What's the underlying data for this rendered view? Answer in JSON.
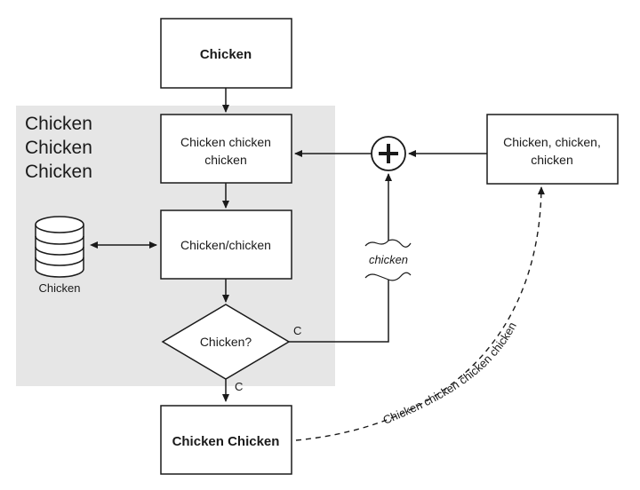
{
  "group": {
    "title_lines": [
      "Chicken",
      "Chicken",
      "Chicken"
    ]
  },
  "nodes": {
    "top": "Chicken",
    "process1_lines": [
      "Chicken chicken",
      "chicken"
    ],
    "process2": "Chicken/chicken",
    "decision": "Chicken?",
    "output": "Chicken Chicken",
    "external_lines": [
      "Chicken, chicken,",
      "chicken"
    ],
    "database": "Chicken"
  },
  "edge_labels": {
    "decision_right": "C",
    "decision_down": "C",
    "break_label": "chicken",
    "dashed_curve": "Chicken chicken chicken chicken"
  },
  "icons": {
    "sum": "plus-circle-icon",
    "storage": "database-icon"
  },
  "colors": {
    "group_fill": "#e6e6e6",
    "stroke": "#1a1a1a",
    "background": "#ffffff"
  }
}
